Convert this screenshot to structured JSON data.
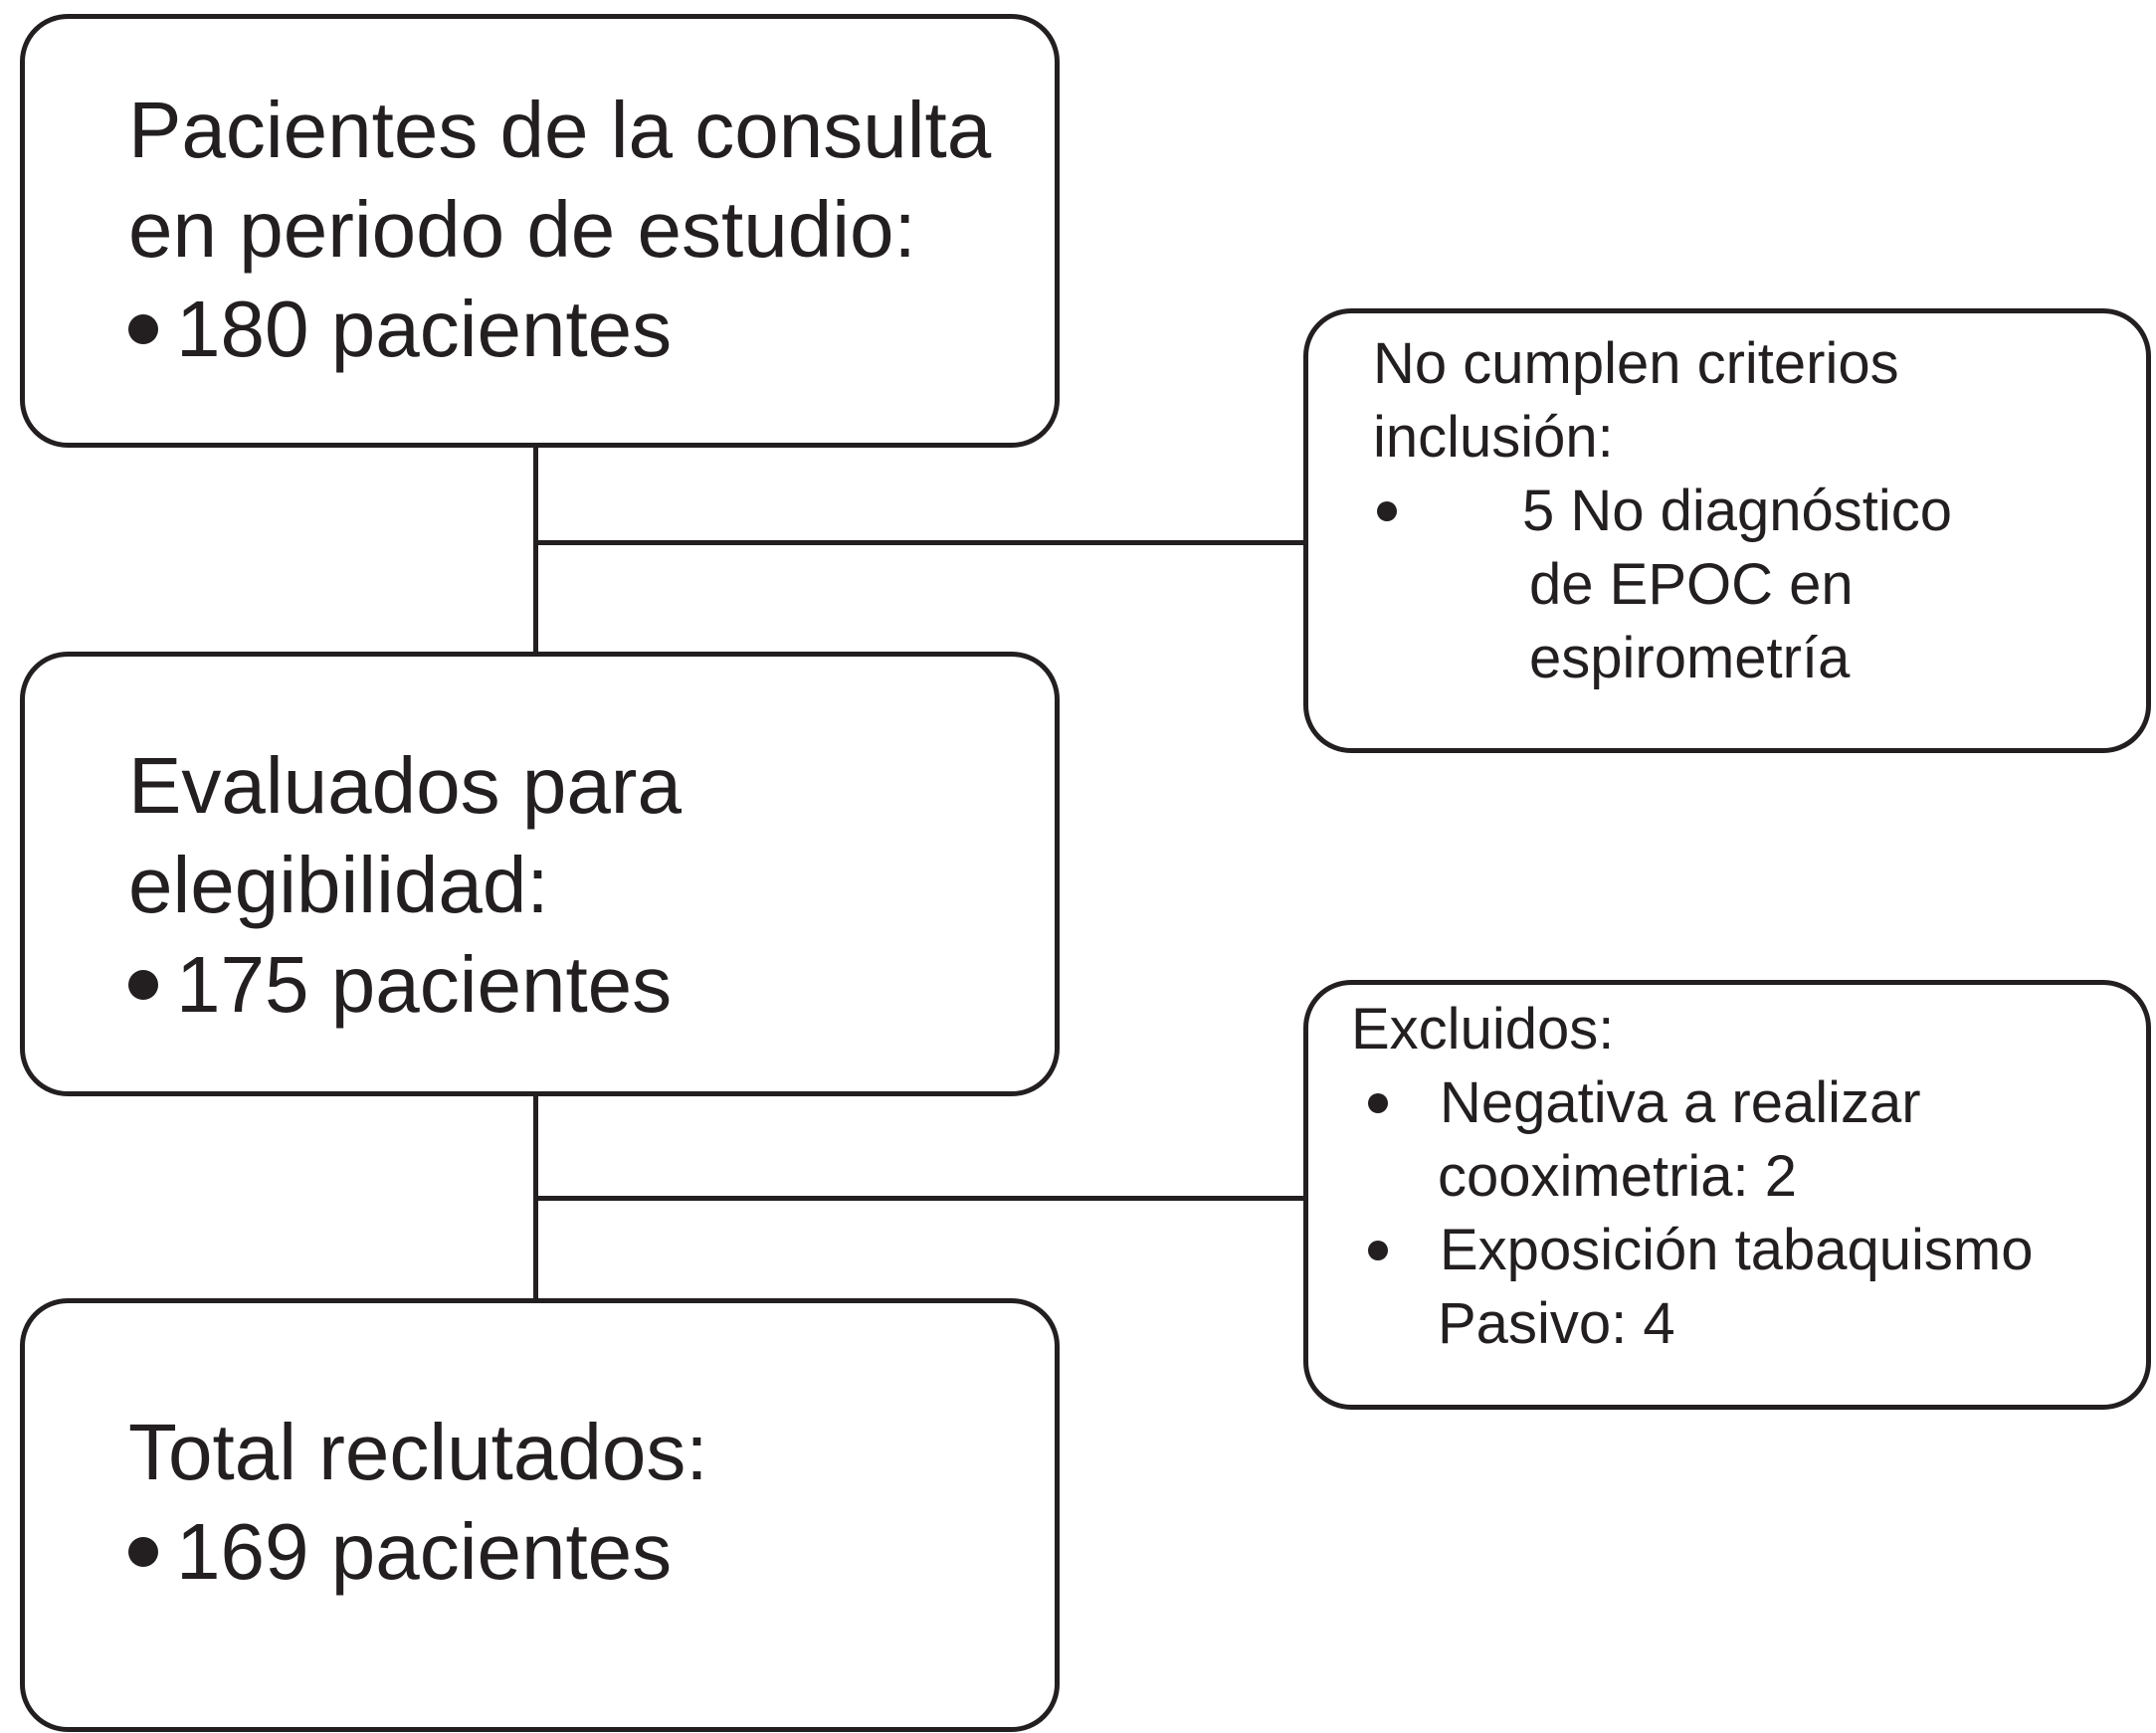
{
  "boxes": {
    "patients_period": {
      "line1": "Pacientes de la consulta",
      "line2": "en periodo de estudio:",
      "bullet": "180 pacientes"
    },
    "evaluated": {
      "line1": "Evaluados para",
      "line2": "elegibilidad:",
      "bullet": "175 pacientes"
    },
    "recruited": {
      "line1": "Total reclutados:",
      "bullet": "169 pacientes"
    },
    "not_meeting_criteria": {
      "line1": "No cumplen criterios",
      "line2": "inclusión:",
      "bullet_line1": "5 No diagnóstico",
      "bullet_line2": "de EPOC en",
      "bullet_line3": "espirometría"
    },
    "excluded": {
      "title": "Excluidos:",
      "item1_line1": "Negativa a realizar",
      "item1_line2": "cooximetria: 2",
      "item2_line1": "Exposición tabaquismo",
      "item2_line2": "Pasivo: 4"
    }
  }
}
